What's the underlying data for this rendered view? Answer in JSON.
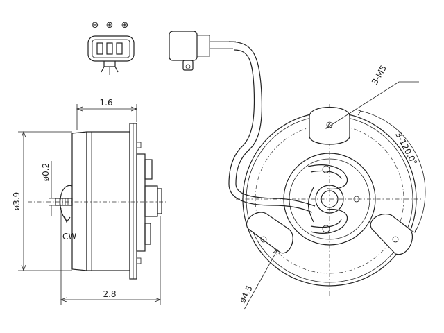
{
  "connector": {
    "pin_symbols": [
      "⊖",
      "⊕",
      "⊕"
    ]
  },
  "dimensions": {
    "bolt_spec": "3-M5",
    "bolt_angle": "3-120.0°",
    "shaft_diameter": "ø0.2",
    "body_diameter": "ø3.9",
    "mount_circle": "ø4.5",
    "front_depth": "1.6",
    "overall_depth": "2.8"
  },
  "rotation": {
    "label": "CW"
  }
}
